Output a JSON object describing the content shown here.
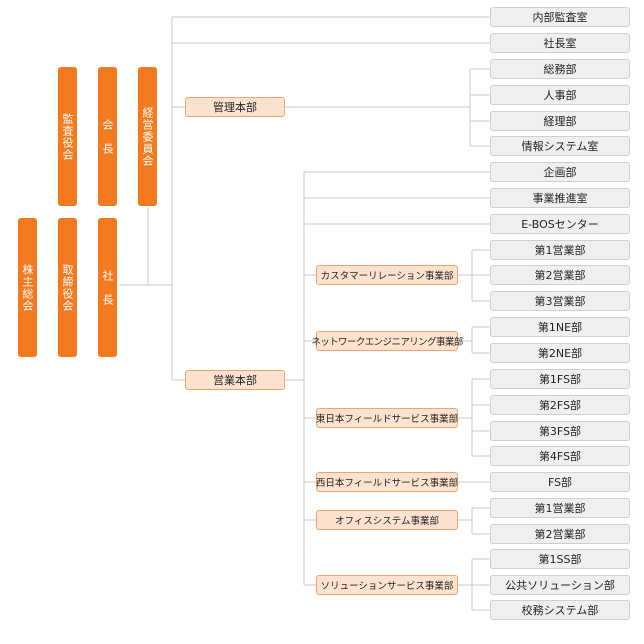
{
  "top_boxes": {
    "shareholders": "株主総会",
    "board": "取締役会",
    "president": "社　長",
    "auditors": "監査役会",
    "chairman": "会　長",
    "management_committee": "経営委員会"
  },
  "direct_units": [
    "内部監査室",
    "社長室"
  ],
  "divisions": [
    {
      "name": "管理本部",
      "leaves": [
        "総務部",
        "人事部",
        "経理部",
        "情報システム室"
      ]
    },
    {
      "name": "営業本部",
      "direct_leaves": [
        "企画部",
        "事業推進室",
        "E-BOSセンター"
      ],
      "units": [
        {
          "name": "カスタマーリレーション事業部",
          "leaves": [
            "第1営業部",
            "第2営業部",
            "第3営業部"
          ]
        },
        {
          "name": "ネットワークエンジニアリング事業部",
          "leaves": [
            "第1NE部",
            "第2NE部"
          ]
        },
        {
          "name": "東日本フィールドサービス事業部",
          "leaves": [
            "第1FS部",
            "第2FS部",
            "第3FS部",
            "第4FS部"
          ]
        },
        {
          "name": "西日本フィールドサービス事業部",
          "leaves": [
            "FS部"
          ]
        },
        {
          "name": "オフィスシステム事業部",
          "leaves": [
            "第1営業部",
            "第2営業部"
          ]
        },
        {
          "name": "ソリューションサービス事業部",
          "leaves": [
            "第1SS部",
            "公共ソリューション部",
            "校務システム部"
          ]
        }
      ]
    }
  ]
}
